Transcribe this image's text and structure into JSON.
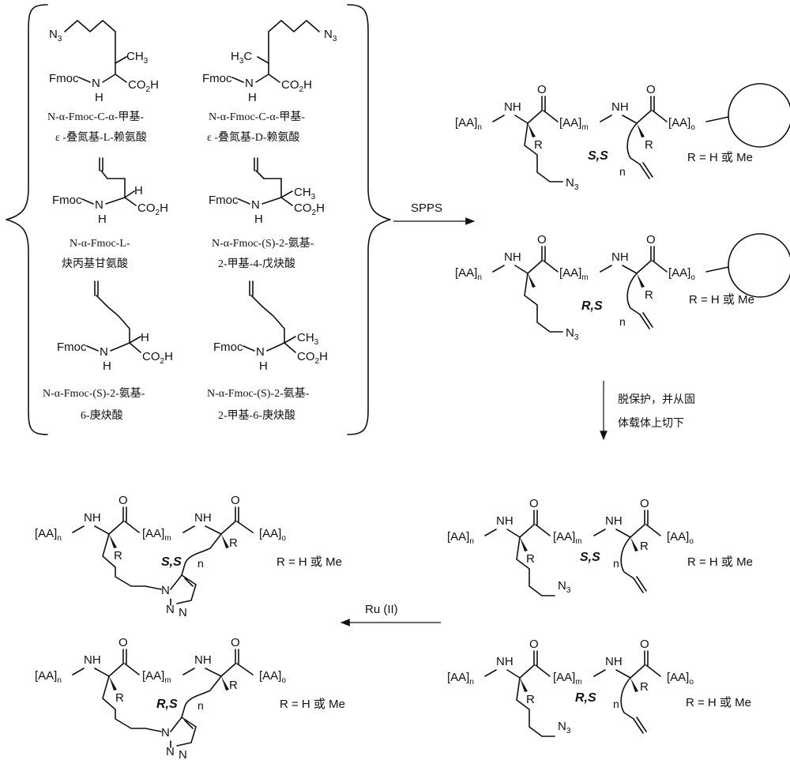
{
  "building_blocks": [
    {
      "name_line1": "N-α-Fmoc-C-α-甲基-",
      "name_line2": "ε -叠氮基-L-赖氨酸"
    },
    {
      "name_line1": "N-α-Fmoc-C-α-甲基-",
      "name_line2": "ε -叠氮基-D-赖氨酸"
    },
    {
      "name_line1": "N-α-Fmoc-L-",
      "name_line2": "炔丙基甘氨酸"
    },
    {
      "name_line1": "N-α-Fmoc-(S)-2-氨基-",
      "name_line2": "2-甲基-4-戊炔酸"
    },
    {
      "name_line1": "N-α-Fmoc-(S)-2-氨基-",
      "name_line2": "6-庚炔酸"
    },
    {
      "name_line1": "N-α-Fmoc-(S)-2-氨基-",
      "name_line2": "2-甲基-6-庚炔酸"
    }
  ],
  "atoms": {
    "fmoc": "Fmoc",
    "nh_n": "N",
    "nh_h": "H",
    "co2h": "CO",
    "co2h_sub": "2",
    "co2h_h": "H",
    "ch3": "CH",
    "ch3_sub": "3",
    "h3c_pre": "H",
    "h3c_sub": "3",
    "h3c_post": "C",
    "n3": "N",
    "n3_sub": "3",
    "h_atom": "H",
    "o_atom": "O",
    "nh": "NH",
    "aa": "[AA]",
    "sub_n": "n",
    "sub_m": "m",
    "sub_o": "o",
    "r": "R",
    "loop_n": "n",
    "triazole_n": "N"
  },
  "stereo_labels": {
    "ss": "S,S",
    "rs": "R,S"
  },
  "r_definition": "R = H 或 Me",
  "arrows": {
    "spps": "SPPS",
    "deprotect_line1": "脱保护，并从固",
    "deprotect_line2": "体载体上切下",
    "ru": "Ru (II)"
  }
}
